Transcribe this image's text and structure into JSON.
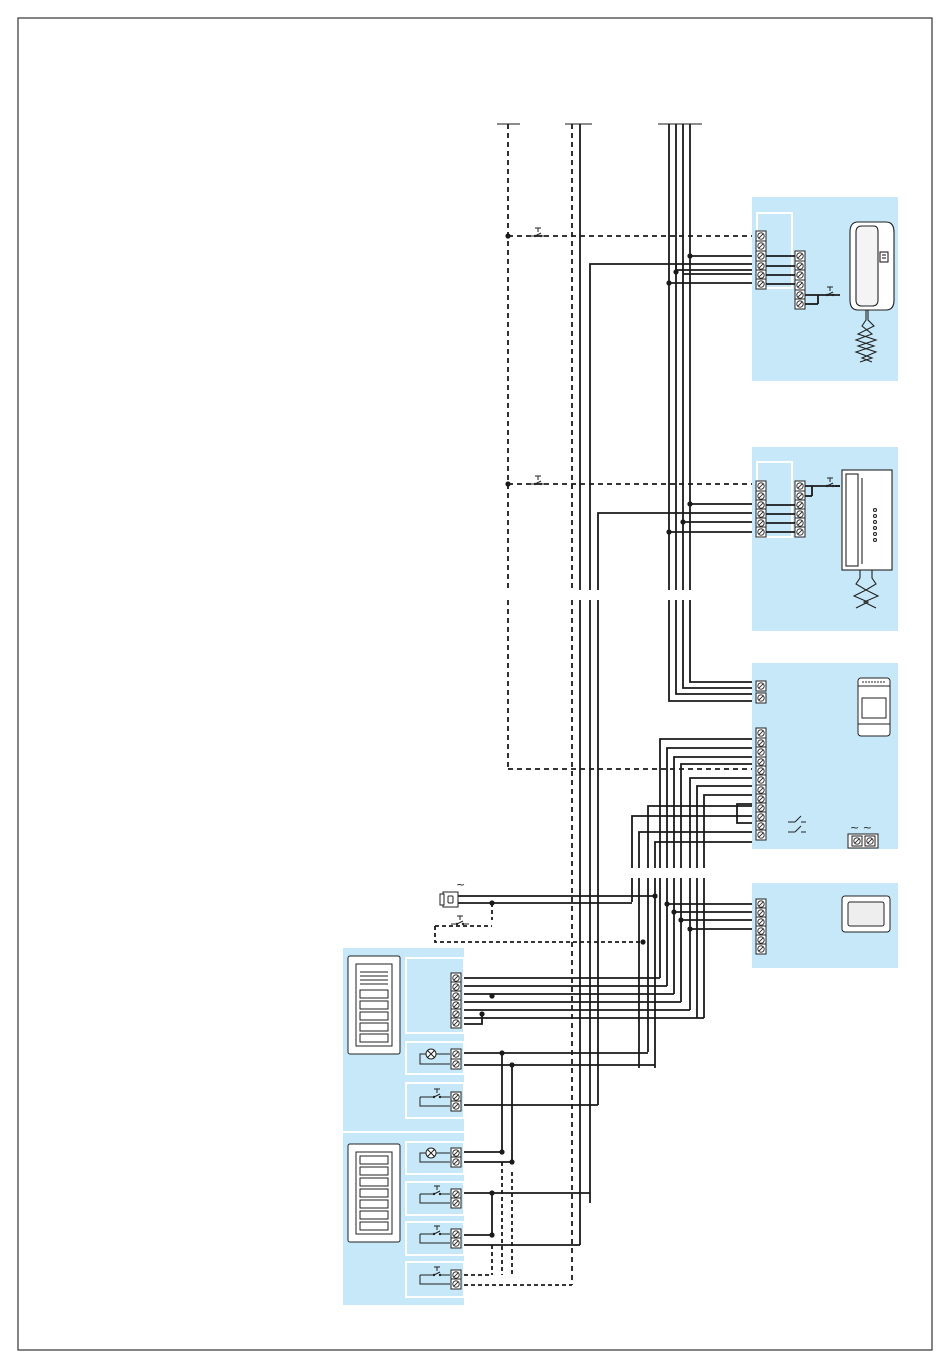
{
  "diagram": {
    "symbols": {
      "ac_supply": "~",
      "ac_pair": "~ ~"
    },
    "colors": {
      "panel_fill": "#c7e8f8",
      "wire": "#1a1a1a",
      "border": "#333333",
      "background": "#ffffff"
    },
    "devices": [
      {
        "name": "handset-interphone-wall",
        "icon": "wall-handset-icon"
      },
      {
        "name": "handset-interphone-desk",
        "icon": "desk-interphone-icon"
      },
      {
        "name": "power-supply-unit",
        "icon": "power-supply-icon"
      },
      {
        "name": "relay-unit",
        "icon": "relay-icon"
      },
      {
        "name": "monitor-unit",
        "icon": "monitor-icon"
      },
      {
        "name": "door-lock",
        "icon": "door-lock-icon"
      },
      {
        "name": "entrance-panel-upper",
        "icon": "keypad-panel-icon"
      },
      {
        "name": "entrance-panel-lower",
        "icon": "keypad-panel-icon"
      }
    ]
  }
}
